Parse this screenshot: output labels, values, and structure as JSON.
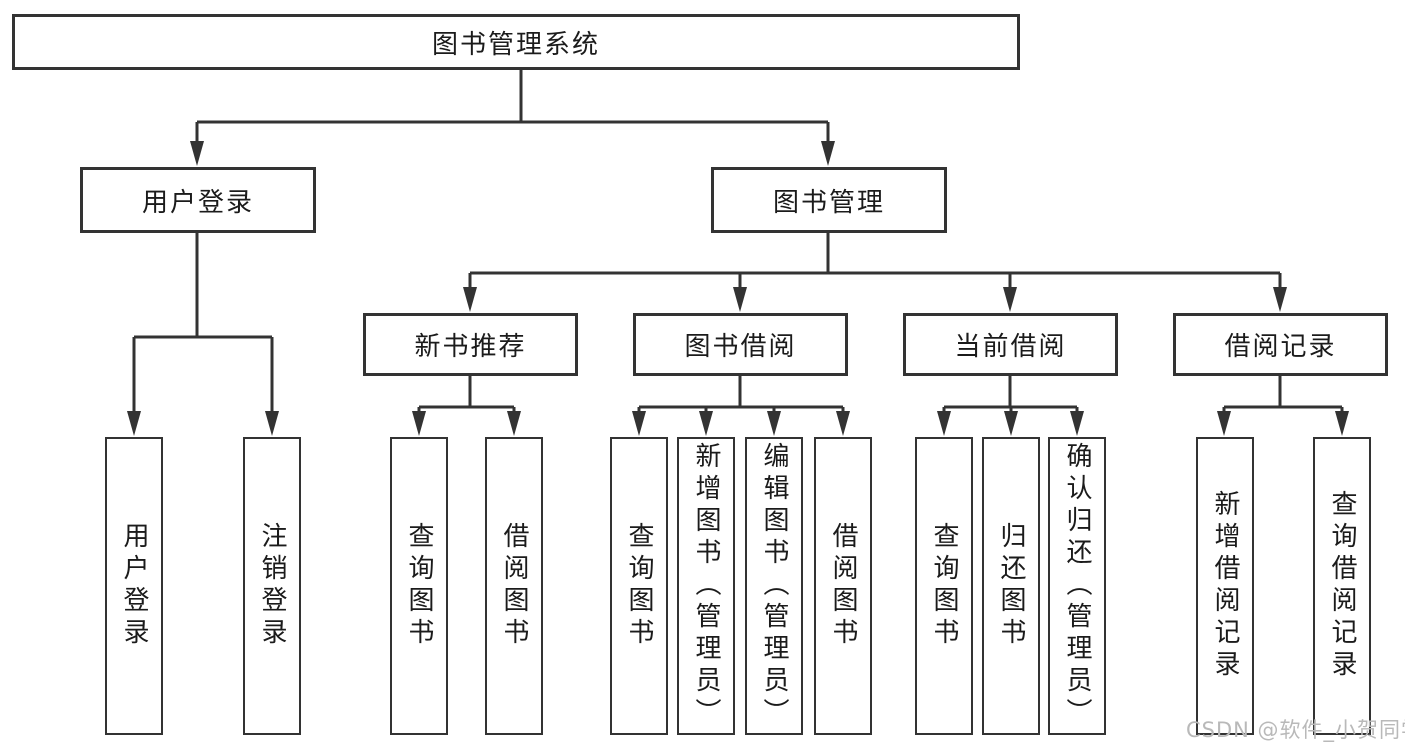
{
  "colors": {
    "line": "#333333",
    "box_border": "#333333",
    "text": "#1b1b1b",
    "background": "#ffffff",
    "watermark_text_color": "#b9b9b9"
  },
  "watermark": {
    "text": "CSDN @软件_小贺同学"
  },
  "tree": {
    "root": {
      "label": "图书管理系统"
    },
    "level2": [
      {
        "label": "用户登录",
        "children": [
          "用户登录",
          "注销登录"
        ]
      },
      {
        "label": "图书管理",
        "sections": [
          {
            "label": "新书推荐",
            "children": [
              "查询图书",
              "借阅图书"
            ]
          },
          {
            "label": "图书借阅",
            "children": [
              "查询图书",
              "新增图书（管理员）",
              "编辑图书（管理员）",
              "借阅图书"
            ]
          },
          {
            "label": "当前借阅",
            "children": [
              "查询图书",
              "归还图书",
              "确认归还（管理员）"
            ]
          },
          {
            "label": "借阅记录",
            "children": [
              "新增借阅记录",
              "查询借阅记录"
            ]
          }
        ]
      }
    ]
  }
}
